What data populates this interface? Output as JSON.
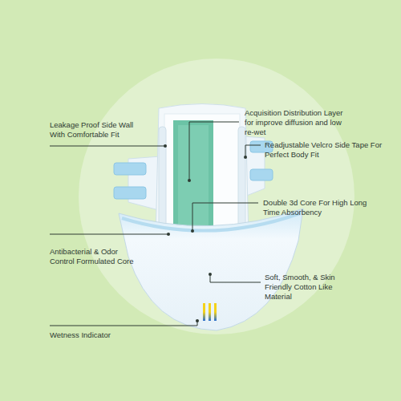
{
  "diagram": {
    "labels": [
      "Acquisition Distribution Layer for improve diffusion and low re-wet",
      "Leakage Proof Side Wall With Comfortable Fit",
      "Readjustable Velcro Side Tape For Perfect Body Fit",
      "Double 3d Core For High Long Time Absorbency",
      "Antibacterial & Odor Control Formulated Core",
      "Soft, Smooth, & Skin Friendly Cotton Like Material",
      "Wetness Indicator"
    ]
  }
}
